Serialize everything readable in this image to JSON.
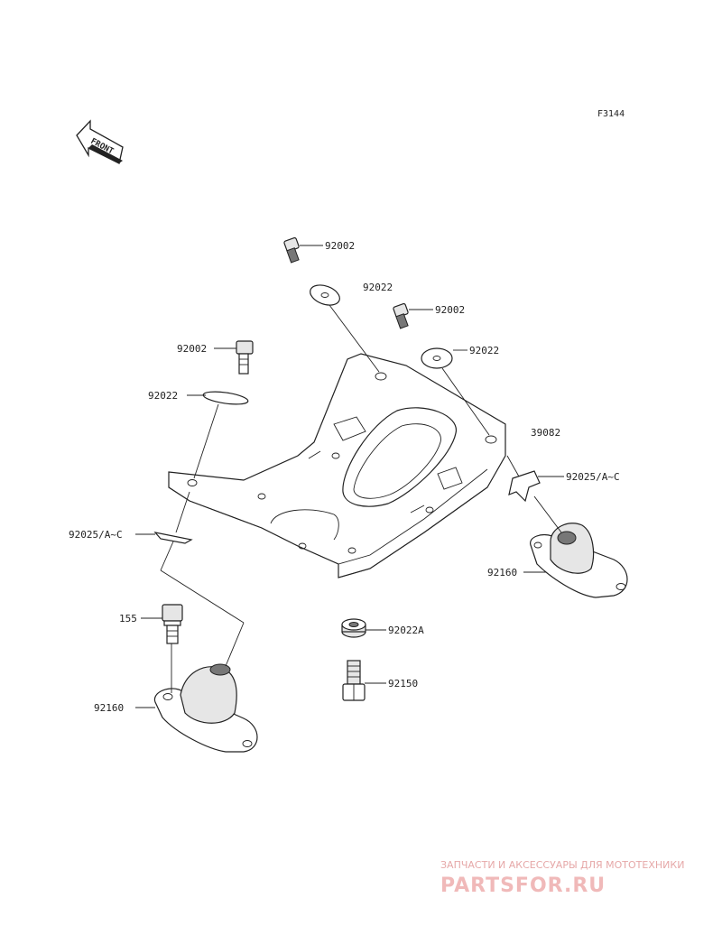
{
  "diagram_code": "F3144",
  "front_arrow_label": "FRONT",
  "labels": {
    "bolt_top": "92002",
    "washer_top": "92022",
    "bolt_right": "92002",
    "washer_right": "92022",
    "bolt_left": "92002",
    "washer_left": "92022",
    "bracket": "39082",
    "shim_right": "92025/A~C",
    "shim_left": "92025/A~C",
    "mount_right": "92160",
    "bolt_155": "155",
    "mount_left": "92160",
    "washer_a": "92022A",
    "stud": "92150"
  },
  "watermark": {
    "line1": "ЗАПЧАСТИ И АКСЕССУАРЫ ДЛЯ МОТОТЕХНИКИ",
    "line2": "PARTSFOR.RU"
  },
  "colors": {
    "ink": "#222222",
    "watermark": "#e6a8a8"
  }
}
